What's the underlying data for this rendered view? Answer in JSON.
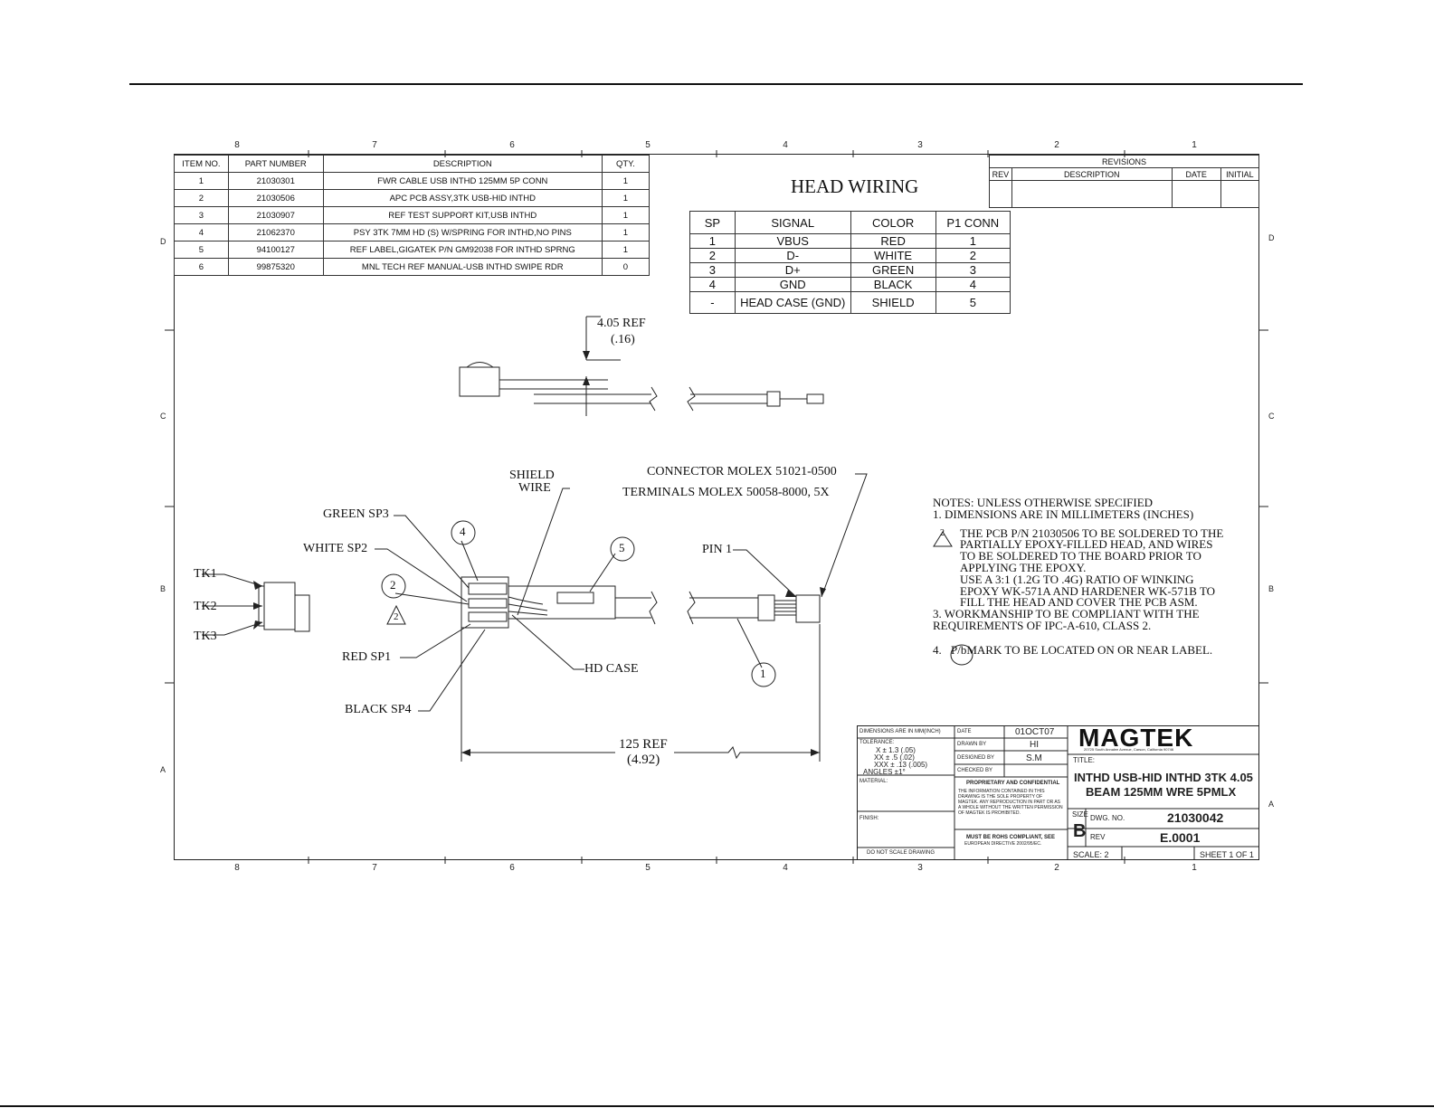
{
  "zone_columns_top": [
    "8",
    "7",
    "6",
    "5",
    "4",
    "3",
    "2",
    "1"
  ],
  "zone_columns_bottom": [
    "8",
    "7",
    "6",
    "5",
    "4",
    "3",
    "2",
    "1"
  ],
  "zone_rows_left": [
    "D",
    "C",
    "B",
    "A"
  ],
  "zone_rows_right": [
    "D",
    "C",
    "B",
    "A"
  ],
  "bom": {
    "headers": [
      "ITEM NO.",
      "PART NUMBER",
      "DESCRIPTION",
      "QTY."
    ],
    "rows": [
      [
        "1",
        "21030301",
        "FWR CABLE USB INTHD 125MM 5P CONN",
        "1"
      ],
      [
        "2",
        "21030506",
        "APC PCB ASSY,3TK USB-HID INTHD",
        "1"
      ],
      [
        "3",
        "21030907",
        "REF TEST SUPPORT KIT,USB INTHD",
        "1"
      ],
      [
        "4",
        "21062370",
        "PSY 3TK 7MM HD (S) W/SPRING FOR INTHD,NO PINS",
        "1"
      ],
      [
        "5",
        "94100127",
        "REF LABEL,GIGATEK P/N GM92038 FOR INTHD SPRNG",
        "1"
      ],
      [
        "6",
        "99875320",
        "MNL TECH REF MANUAL-USB INTHD SWIPE RDR",
        "0"
      ]
    ]
  },
  "head_wiring": {
    "title": "HEAD WIRING",
    "headers": [
      "SP",
      "SIGNAL",
      "COLOR",
      "P1 CONN"
    ],
    "rows": [
      [
        "1",
        "VBUS",
        "RED",
        "1"
      ],
      [
        "2",
        "D-",
        "WHITE",
        "2"
      ],
      [
        "3",
        "D+",
        "GREEN",
        "3"
      ],
      [
        "4",
        "GND",
        "BLACK",
        "4"
      ],
      [
        "-",
        "HEAD CASE (GND)",
        "SHIELD",
        "5"
      ]
    ]
  },
  "revisions": {
    "title": "REVISIONS",
    "headers": [
      "REV",
      "DESCRIPTION",
      "DATE",
      "INITIAL"
    ]
  },
  "callouts": {
    "ref_height": "4.05 REF",
    "ref_height_in": "(.16)",
    "shield_wire_1": "SHIELD",
    "shield_wire_2": "WIRE",
    "connector": "CONNECTOR MOLEX 51021-0500",
    "terminals": "TERMINALS MOLEX 50058-8000, 5X",
    "green": "GREEN SP3",
    "white": "WHITE SP2",
    "pin1": "PIN 1",
    "tk1": "TK1",
    "tk2": "TK2",
    "tk3": "TK3",
    "red": "RED SP1",
    "hd_case": "HD CASE",
    "black": "BLACK SP4",
    "ref_length": "125 REF",
    "ref_length_in": "(4.92)",
    "balloon_4": "4",
    "balloon_5": "5",
    "balloon_2": "2",
    "balloon_1": "1",
    "flag_2": "2"
  },
  "notes": {
    "heading": "NOTES: UNLESS OTHERWISE SPECIFIED",
    "n1": "1.     DIMENSIONS ARE IN MILLIMETERS (INCHES)",
    "n2_flag": "2",
    "n2_lines": [
      "THE PCB P/N 21030506 TO BE SOLDERED TO THE",
      "PARTIALLY EPOXY-FILLED HEAD, AND WIRES",
      "TO BE SOLDERED TO THE BOARD PRIOR TO",
      "APPLYING THE EPOXY.",
      "USE A 3:1 (1.2G TO .4G) RATIO OF WINKING",
      "EPOXY WK-571A AND HARDENER WK-571B TO",
      "FILL THE HEAD AND COVER THE PCB ASM."
    ],
    "n3_lines": [
      "3.     WORKMANSHIP TO BE COMPLIANT WITH THE",
      "         REQUIREMENTS OF IPC-A-610, CLASS 2."
    ],
    "n4_num": "4.",
    "n4_mark": "P/b",
    "n4_text": "MARK TO BE LOCATED ON OR NEAR LABEL."
  },
  "title_block": {
    "dims_label": "DIMENSIONS ARE IN MM(INCH)",
    "tolerance_label": "TOLERANCE:",
    "tol_x": "X   ± 1.3 (.05)",
    "tol_xx": "XX   ± .5 (.02)",
    "tol_xxx": "XXX  ± .13 (.005)",
    "angles": "ANGLES ±1°",
    "material_label": "MATERIAL:",
    "finish_label": "FINISH:",
    "do_not_scale": "DO NOT SCALE DRAWING",
    "date_label": "DATE",
    "date_value": "01OCT07",
    "drawn_label": "DRAWN BY",
    "drawn_value": "HI",
    "designed_label": "DESIGNED BY",
    "designed_value": "S.M",
    "checked_label": "CHECKED BY",
    "proprietary": "PROPRIETARY AND CONFIDENTIAL",
    "proprietary_body": "THE INFORMATION CONTAINED IN THIS DRAWING IS THE SOLE PROPERTY OF MAGTEK. ANY REPRODUCTION IN PART OR AS A WHOLE WITHOUT THE WRITTEN PERMISSION OF MAGTEK IS PROHIBITED.",
    "rohs_1": "MUST BE ROHS COMPLIANT, SEE",
    "rohs_2": "EUROPEAN DIRECTIVE 2002/95/EC.",
    "logo": "MAGTEK",
    "logo_sub": "20725 South Annalee Avenue, Carson, California 90746",
    "title_label": "TITLE:",
    "title_line1": "INTHD USB-HID INTHD 3TK 4.05",
    "title_line2": "BEAM 125MM WRE 5PMLX",
    "size_label": "SIZE",
    "size_value": "B",
    "dwg_label": "DWG.  NO.",
    "dwg_value": "21030042",
    "rev_label": "REV",
    "rev_value": "E.0001",
    "scale": "SCALE: 2",
    "sheet": "SHEET 1 OF 1"
  }
}
